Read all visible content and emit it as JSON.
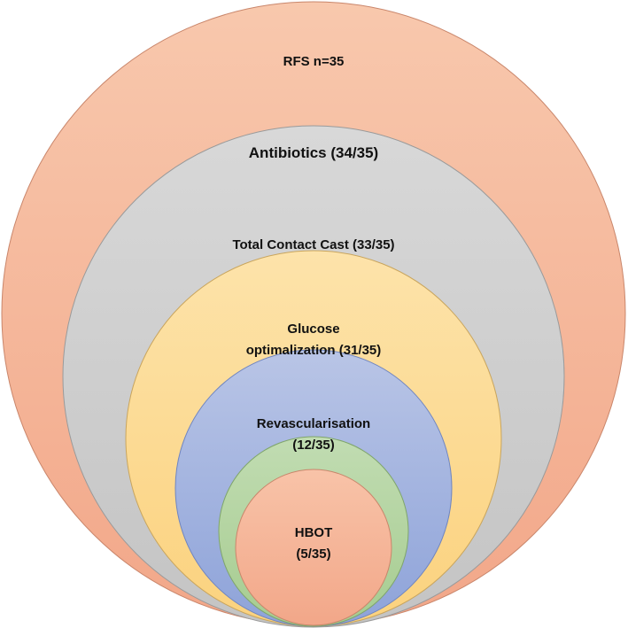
{
  "diagram": {
    "type": "nested-circles",
    "levels": [
      {
        "lines": [
          "RFS n=35"
        ],
        "color_top": "#f8c8ad",
        "color_bottom": "#f2a789",
        "stroke": "#c9866b"
      },
      {
        "lines": [
          "Antibiotics (34/35)"
        ],
        "color_top": "#d8d8d8",
        "color_bottom": "#c4c4c4",
        "stroke": "#9a9a9a"
      },
      {
        "lines": [
          "Total Contact Cast (33/35)"
        ],
        "color_top": "#fde3aa",
        "color_bottom": "#fbd27e",
        "stroke": "#c9a55d"
      },
      {
        "lines": [
          "Glucose",
          "optimalization (31/35)"
        ],
        "color_top": "#b9c5e6",
        "color_bottom": "#8ea3d9",
        "stroke": "#6f85c0"
      },
      {
        "lines": [
          "Revascularisation",
          "(12/35)"
        ],
        "color_top": "#c1dcb2",
        "color_bottom": "#a6cc90",
        "stroke": "#7fa56b"
      },
      {
        "lines": [
          "HBOT",
          "(5/35)"
        ],
        "color_top": "#f8c3a8",
        "color_bottom": "#f2a789",
        "stroke": "#c9866b"
      }
    ]
  }
}
